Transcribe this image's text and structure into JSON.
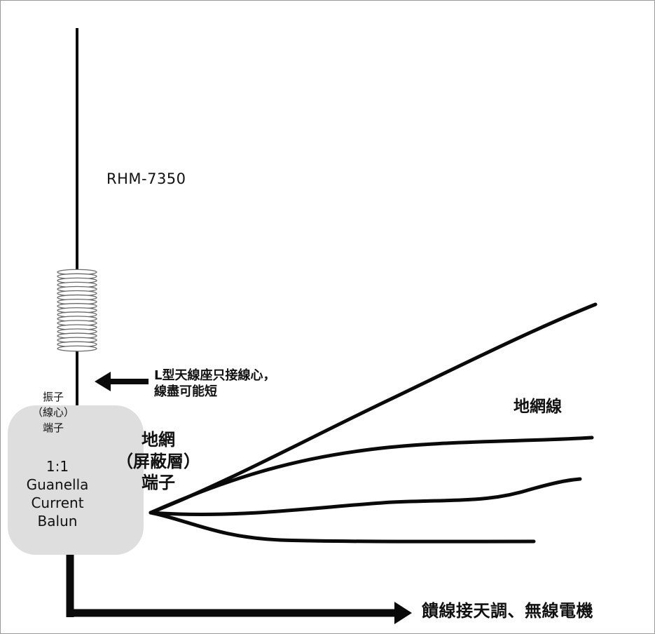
{
  "antenna": {
    "model": "RHM-7350"
  },
  "connector_note": "L型天線座只接線心，\n線盡可能短",
  "element_terminal": "振子\n（線心）\n端子",
  "balun": "1:1\nGuanella\nCurrent\nBalun",
  "shield_terminal": "地網\n（屏蔽層）\n端子",
  "radials_label": "地網線",
  "feedline_label": "饋線接天調、無線電機",
  "colors": {
    "line": "#0a0a0a",
    "balun_fill": "#dedede",
    "background": "#ffffff"
  },
  "icons": [
    "arrow-left-icon",
    "arrow-right-icon",
    "loading-coil-icon"
  ]
}
